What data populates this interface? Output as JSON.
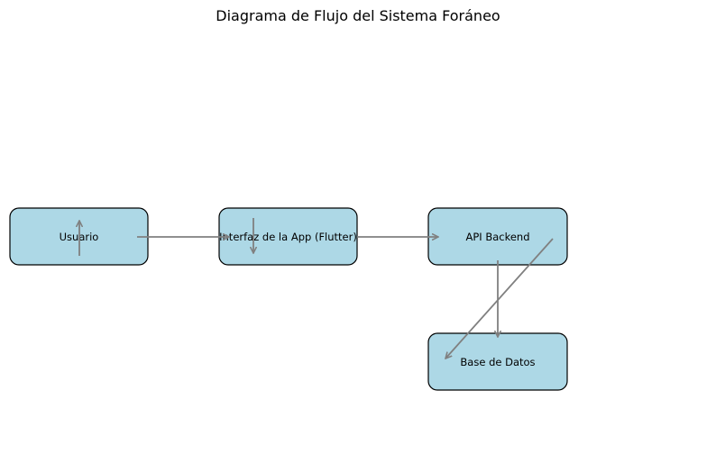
{
  "title": "Diagrama de Flujo del Sistema Foráneo",
  "colors": {
    "node_fill": "#add8e6",
    "node_stroke": "#000000",
    "arrow": "#808080"
  },
  "nodes": [
    {
      "id": "usuario",
      "label": "Usuario"
    },
    {
      "id": "interfaz",
      "label": "Interfaz de la App (Flutter)"
    },
    {
      "id": "api",
      "label": "API Backend"
    },
    {
      "id": "bd",
      "label": "Base de Datos"
    }
  ]
}
